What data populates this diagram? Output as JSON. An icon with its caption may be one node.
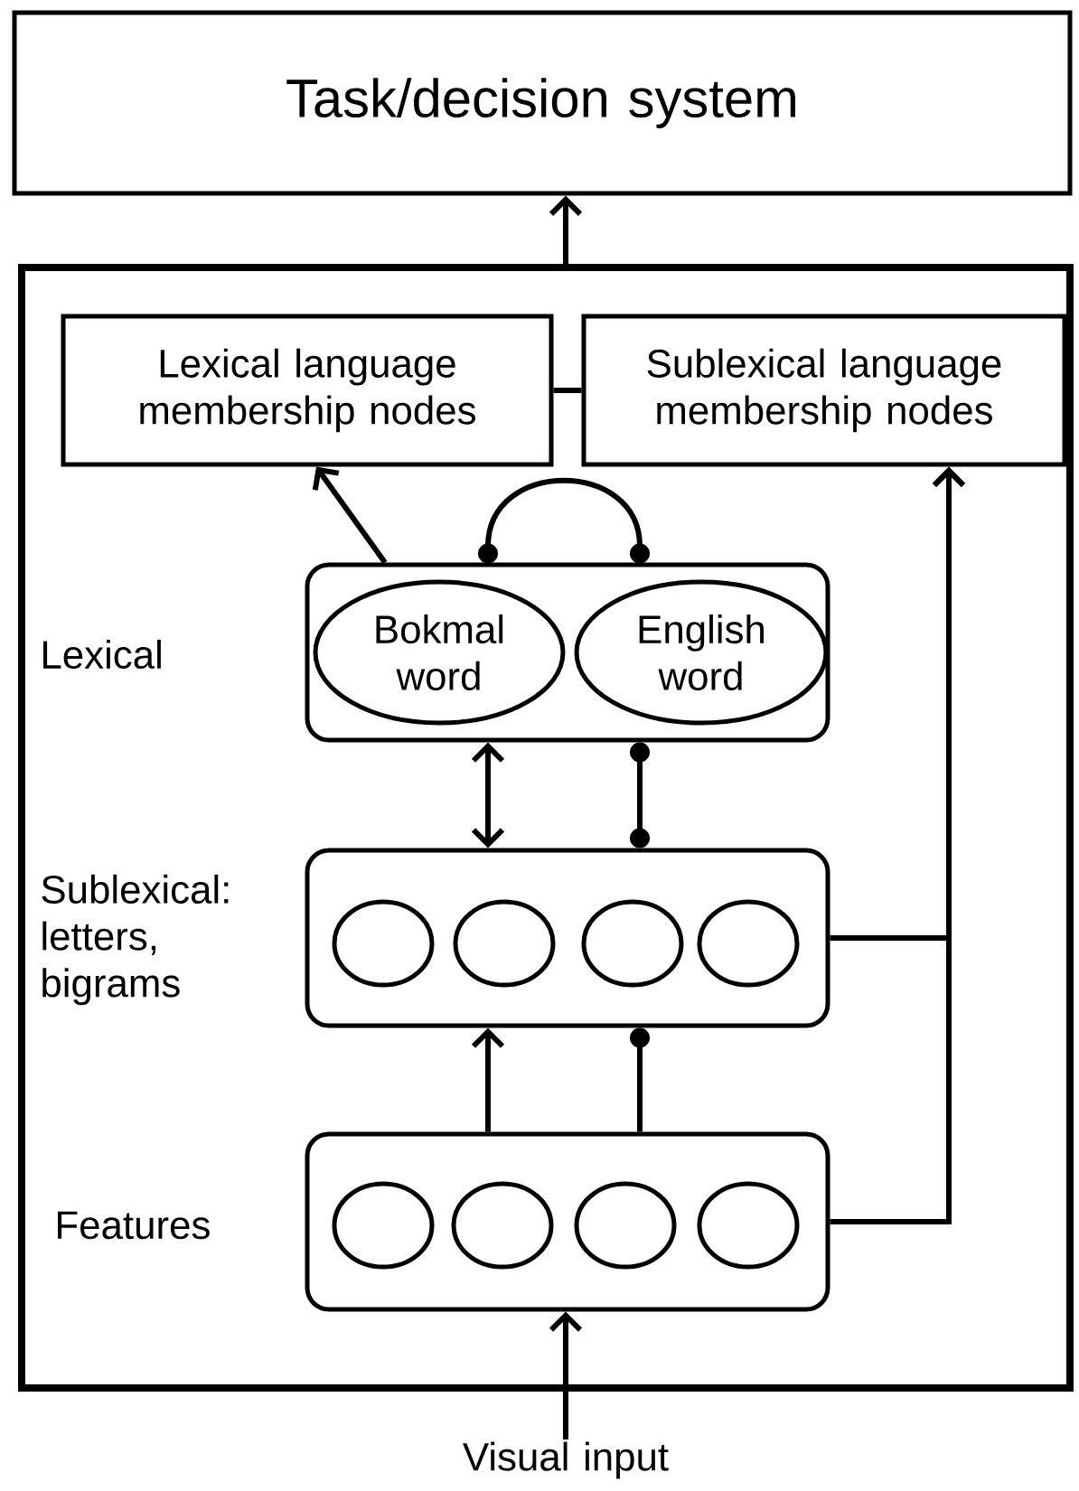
{
  "diagram": {
    "nodes": [
      {
        "text": [
          "Task/decision system"
        ]
      },
      {
        "text": [],
        "shape": "box"
      },
      {
        "text": [
          "Lexical language membership nodes"
        ],
        "in": 1
      },
      {
        "text": [
          "Sublexical language membership nodes"
        ],
        "in": 1
      },
      {
        "text": [],
        "shape": "box",
        "in": 1,
        "beside": [
          "Lexical"
        ]
      },
      {
        "text": [
          "Bokmal word"
        ],
        "in": 4
      },
      {
        "text": [
          "English word"
        ],
        "in": 4
      },
      {
        "text": [],
        "shape": "box",
        "in": 1,
        "beside": [
          "Sublexical: letters, bigrams"
        ]
      },
      {
        "text": [],
        "shape": "circle",
        "in": 7
      },
      {
        "text": [],
        "shape": "circle",
        "in": 7
      },
      {
        "text": [],
        "shape": "circle",
        "in": 7
      },
      {
        "text": [],
        "shape": "circle",
        "in": 7
      },
      {
        "text": [],
        "shape": "box",
        "in": 1,
        "beside": [
          "Features"
        ]
      },
      {
        "text": [],
        "shape": "circle",
        "in": 12
      },
      {
        "text": [],
        "shape": "circle",
        "in": 12
      },
      {
        "text": [],
        "shape": "circle",
        "in": 12
      },
      {
        "text": [],
        "shape": "circle",
        "in": 12
      },
      {
        "text": [
          "Visual input"
        ]
      }
    ],
    "edges": [
      {
        "from": 1,
        "to": 0,
        "arrow": "to"
      },
      {
        "from": 2,
        "to": 3,
        "arrow": "none"
      },
      {
        "from": 4,
        "to": 2,
        "arrow": "to"
      },
      {
        "from": 5,
        "to": 6,
        "arrow": "other"
      },
      {
        "from": 4,
        "to": 7,
        "arrow": "both"
      },
      {
        "from": 7,
        "to": 4,
        "arrow": "other"
      },
      {
        "from": 12,
        "to": 7,
        "arrow": "to"
      },
      {
        "from": 12,
        "to": 7,
        "arrow": "other"
      },
      {
        "from": 7,
        "to": 3,
        "arrow": "to"
      },
      {
        "from": 12,
        "to": 3,
        "arrow": "to"
      },
      {
        "from": 17,
        "to": 12,
        "arrow": "to"
      }
    ]
  }
}
